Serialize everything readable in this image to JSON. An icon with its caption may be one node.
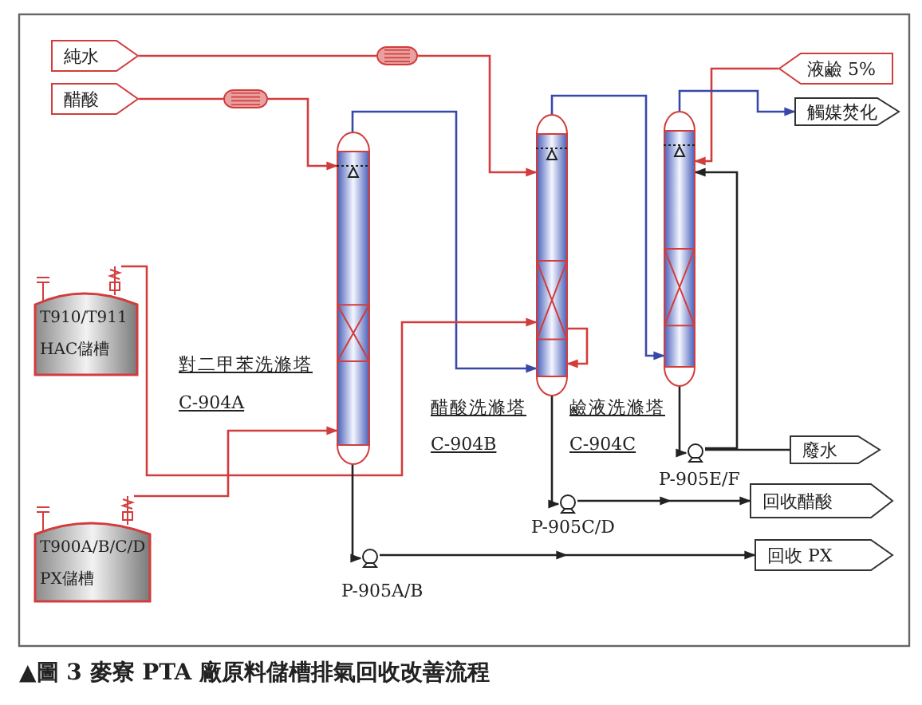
{
  "diagram": {
    "caption": "▲圖 3 麥寮 PTA 廠原料儲槽排氣回收改善流程",
    "nodes": [
      {
        "text": [
          "純水"
        ]
      },
      {
        "text": [
          "醋酸"
        ]
      },
      {
        "text": [],
        "shape": "exchanger"
      },
      {
        "text": [],
        "shape": "exchanger"
      },
      {
        "text": [
          "液鹼 5%"
        ]
      },
      {
        "text": [
          "觸媒焚化"
        ]
      },
      {
        "text": [],
        "shape": "tower",
        "beside": [
          "對二甲苯洗滌塔",
          "C-904A"
        ]
      },
      {
        "text": [],
        "shape": "tower",
        "beside": [
          "醋酸洗滌塔",
          "C-904B"
        ]
      },
      {
        "text": [],
        "shape": "tower",
        "beside": [
          "鹼液洗滌塔",
          "C-904C"
        ]
      },
      {
        "text": [
          "T910/T911",
          "HAC儲槽"
        ]
      },
      {
        "text": [
          "T900A/B/C/D",
          "PX儲槽"
        ]
      },
      {
        "text": [],
        "shape": "pump",
        "beside": [
          "P-905E/F"
        ]
      },
      {
        "text": [
          "廢水"
        ]
      },
      {
        "text": [],
        "shape": "pump",
        "beside": [
          "P-905C/D"
        ]
      },
      {
        "text": [
          "回收醋酸"
        ]
      },
      {
        "text": [],
        "shape": "pump",
        "beside": [
          "P-905A/B"
        ]
      },
      {
        "text": [
          "回收 PX"
        ]
      }
    ],
    "edges": [
      {
        "from": 0,
        "to": 2,
        "arrow": "none"
      },
      {
        "from": 2,
        "to": 7,
        "arrow": "to"
      },
      {
        "from": 1,
        "to": 3,
        "arrow": "none"
      },
      {
        "from": 3,
        "to": 6,
        "arrow": "to"
      },
      {
        "from": 4,
        "to": 8,
        "arrow": "to"
      },
      {
        "from": 8,
        "to": 5,
        "arrow": "to",
        "color": "#3848a8"
      },
      {
        "from": 6,
        "to": 7,
        "arrow": "to",
        "color": "#3848a8"
      },
      {
        "from": 7,
        "to": 8,
        "arrow": "to",
        "color": "#3848a8"
      },
      {
        "from": 7,
        "to": 7,
        "arrow": "to"
      },
      {
        "from": 9,
        "to": 7,
        "arrow": "to"
      },
      {
        "from": 10,
        "to": 6,
        "arrow": "to"
      },
      {
        "from": 6,
        "to": 15,
        "arrow": "to",
        "color": "#222222"
      },
      {
        "from": 15,
        "to": 16,
        "arrow": "to",
        "color": "#222222"
      },
      {
        "from": 7,
        "to": 13,
        "arrow": "to",
        "color": "#222222"
      },
      {
        "from": 13,
        "to": 14,
        "arrow": "to",
        "color": "#222222"
      },
      {
        "from": 8,
        "to": 11,
        "arrow": "to",
        "color": "#222222"
      },
      {
        "from": 11,
        "to": 12,
        "arrow": "none",
        "color": "#222222"
      },
      {
        "from": 11,
        "to": 8,
        "arrow": "to",
        "color": "#222222"
      }
    ]
  }
}
